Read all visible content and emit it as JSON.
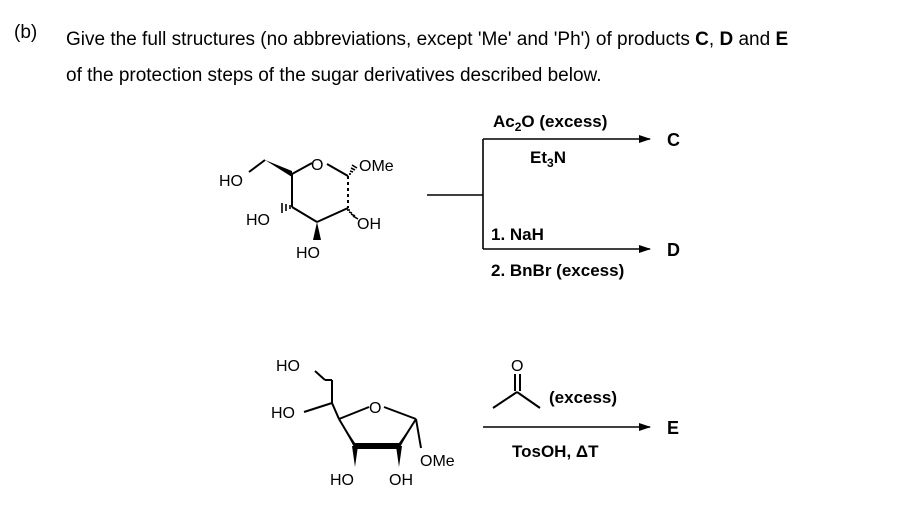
{
  "question": {
    "part_label": "(b)",
    "line1_pre": "Give the full structures (no abbreviations, except 'Me' and 'Ph') of products ",
    "prod_c": "C",
    "sep1": ", ",
    "prod_d": "D",
    "sep2": " and ",
    "prod_e": "E",
    "line2": "of the protection steps of the sugar derivatives described below."
  },
  "pyranose": {
    "ring_o": "O",
    "ome": "OMe",
    "ho_ch2": "HO",
    "ho_c4": "HO",
    "oh_c2": "OH",
    "ho_c3": "HO"
  },
  "upper_reaction": {
    "top_reagent": "Ac",
    "top_reagent_sub": "2",
    "top_reagent_rest": "O (excess)",
    "top_reagent_2": "Et",
    "top_reagent_2_sub": "3",
    "top_reagent_2_rest": "N",
    "product_top": "C",
    "bottom_step1": "1. NaH",
    "bottom_step2": "2. BnBr (excess)",
    "product_bottom": "D"
  },
  "furanose": {
    "ho_top": "HO",
    "ho_side": "HO",
    "ring_o": "O",
    "ome": "OMe",
    "ho_bottom": "HO",
    "oh_bottom": "OH"
  },
  "lower_reaction": {
    "ketone_o": "O",
    "excess": "(excess)",
    "catalyst": "TosOH, ΔT",
    "product": "E"
  }
}
